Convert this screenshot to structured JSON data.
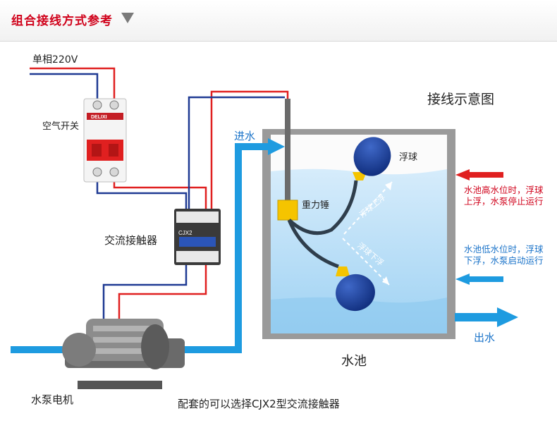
{
  "header": {
    "title": "组合接线方式参考"
  },
  "power": {
    "label": "单相220V"
  },
  "breaker": {
    "label": "空气开关",
    "brand": "DELIXI"
  },
  "contactor": {
    "label": "交流接触器",
    "model": "CJX2"
  },
  "diagram": {
    "title": "接线示意图"
  },
  "water": {
    "inlet": "进水",
    "outlet": "出水",
    "tank": "水池"
  },
  "floats": {
    "float_label": "浮球",
    "weight_label": "重力锤",
    "float_up": "浮球上浮",
    "float_down": "浮球下浮"
  },
  "notes": {
    "high_1": "水池高水位时，浮球",
    "high_2": "上浮，水泵停止运行",
    "low_1": "水池低水位时，浮球",
    "low_2": "下浮，水泵启动运行"
  },
  "pump": {
    "label": "水泵电机"
  },
  "footer": {
    "note": "配套的可以选择CJX2型交流接触器"
  },
  "colors": {
    "accent": "#d0021b",
    "wire_red": "#e02020",
    "wire_blue": "#1f3a93",
    "pipe": "#1e9be0"
  }
}
